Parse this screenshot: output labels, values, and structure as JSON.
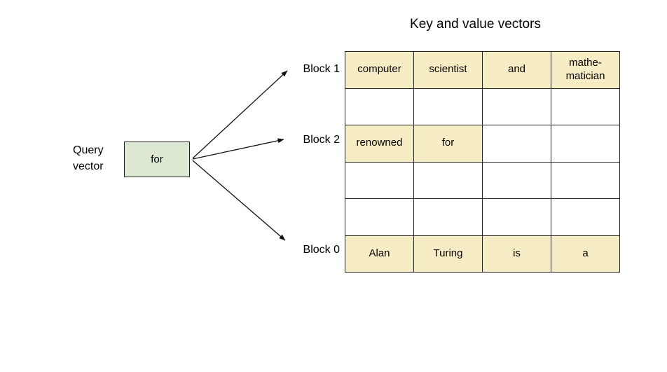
{
  "title": "Key and value vectors",
  "query": {
    "label": "Query vector",
    "box_text": "for"
  },
  "blocks": [
    {
      "label": "Block 1"
    },
    {
      "label": "Block 2"
    },
    {
      "label": "Block 0"
    }
  ],
  "table": {
    "columns": 4,
    "rows": [
      {
        "cells": [
          {
            "text": "computer",
            "highlight": true
          },
          {
            "text": "scientist",
            "highlight": true
          },
          {
            "text": "and",
            "highlight": true
          },
          {
            "text": "mathe-matician",
            "highlight": true
          }
        ]
      },
      {
        "cells": [
          {
            "text": "",
            "highlight": false
          },
          {
            "text": "",
            "highlight": false
          },
          {
            "text": "",
            "highlight": false
          },
          {
            "text": "",
            "highlight": false
          }
        ]
      },
      {
        "cells": [
          {
            "text": "renowned",
            "highlight": true
          },
          {
            "text": "for",
            "highlight": true
          },
          {
            "text": "",
            "highlight": false
          },
          {
            "text": "",
            "highlight": false
          }
        ]
      },
      {
        "cells": [
          {
            "text": "",
            "highlight": false
          },
          {
            "text": "",
            "highlight": false
          },
          {
            "text": "",
            "highlight": false
          },
          {
            "text": "",
            "highlight": false
          }
        ]
      },
      {
        "cells": [
          {
            "text": "",
            "highlight": false
          },
          {
            "text": "",
            "highlight": false
          },
          {
            "text": "",
            "highlight": false
          },
          {
            "text": "",
            "highlight": false
          }
        ]
      },
      {
        "cells": [
          {
            "text": "Alan",
            "highlight": true
          },
          {
            "text": "Turing",
            "highlight": true
          },
          {
            "text": "is",
            "highlight": true
          },
          {
            "text": "a",
            "highlight": true
          }
        ]
      }
    ]
  },
  "colors": {
    "cell_highlight": "#f7edc4",
    "query_box_fill": "#dde8d3",
    "line": "#222222",
    "background": "#ffffff"
  }
}
